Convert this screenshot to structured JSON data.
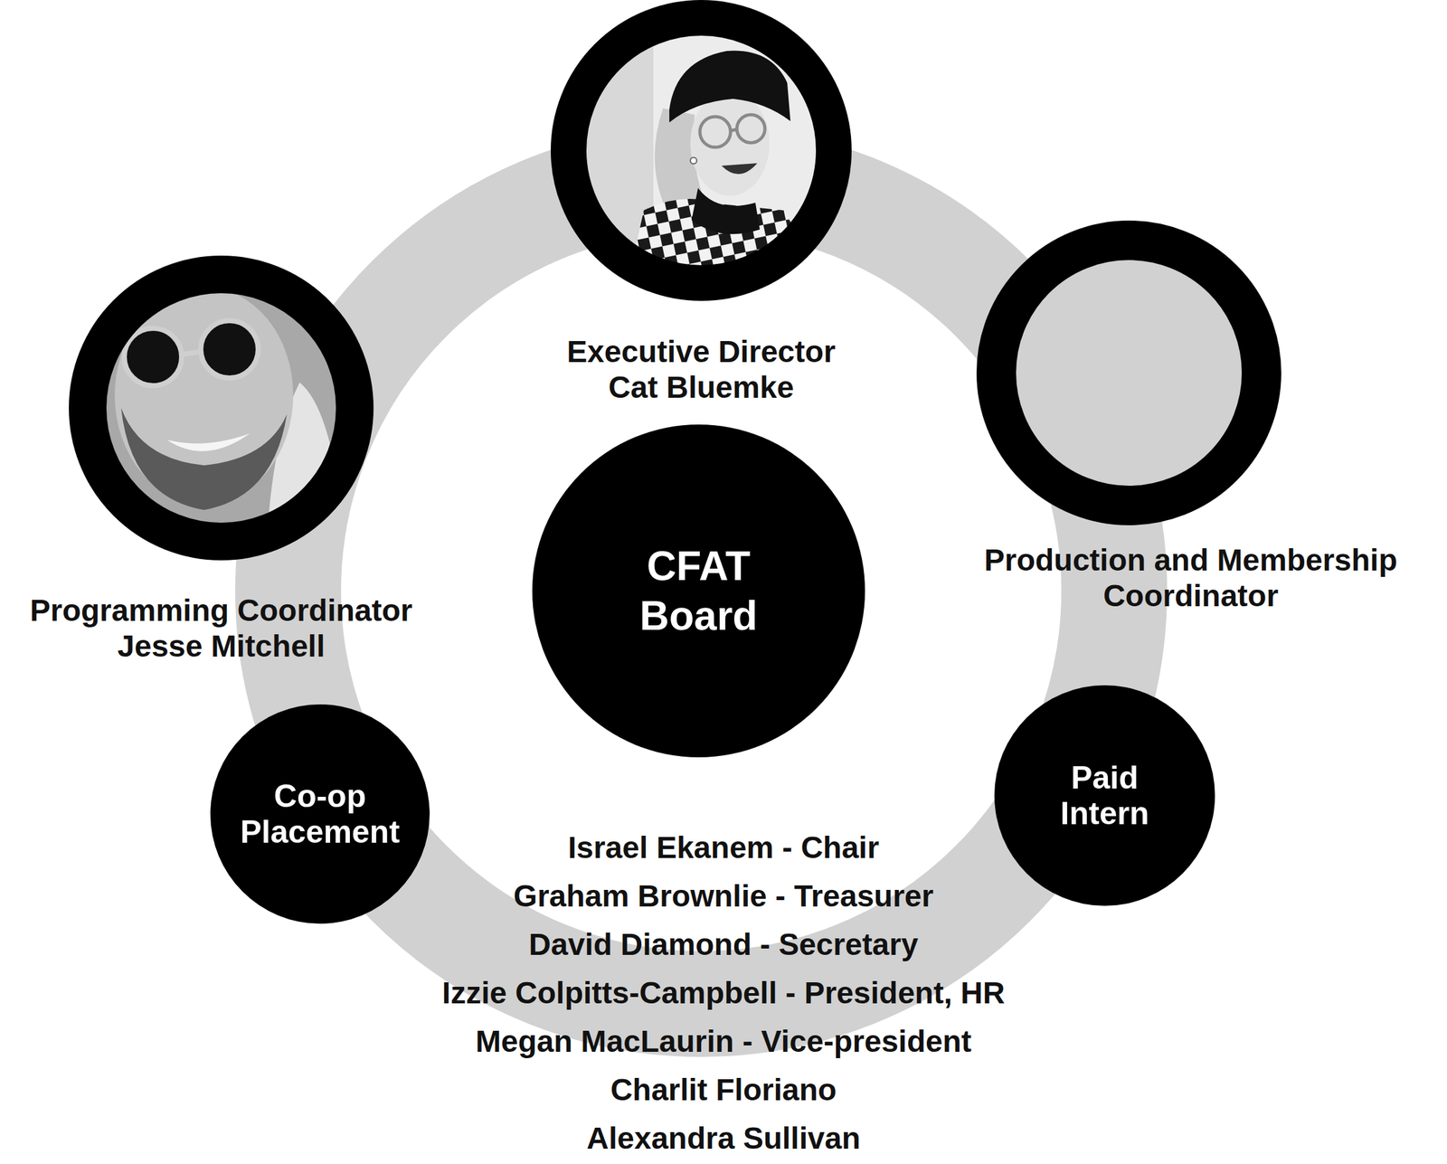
{
  "diagram": {
    "nodes": [
      {
        "text": [
          "Executive Director",
          "Cat Bluemke"
        ]
      },
      {
        "text": [
          "Production and Membership Coordinator"
        ]
      },
      {
        "text": [
          "Programming Coordinator",
          "Jesse Mitchell"
        ]
      },
      {
        "text": [
          "CFAT Board"
        ]
      },
      {
        "text": [
          "Co-op Placement"
        ]
      },
      {
        "text": [
          "Paid Intern"
        ]
      }
    ],
    "labels": [
      "Israel Ekanem - Chair",
      "Graham Brownlie - Treasurer",
      "David Diamond - Secretary",
      "Izzie Colpitts-Campbell - President, HR",
      "Megan MacLaurin - Vice-president",
      "Charlit Floriano",
      "Alexandra Sullivan"
    ]
  }
}
